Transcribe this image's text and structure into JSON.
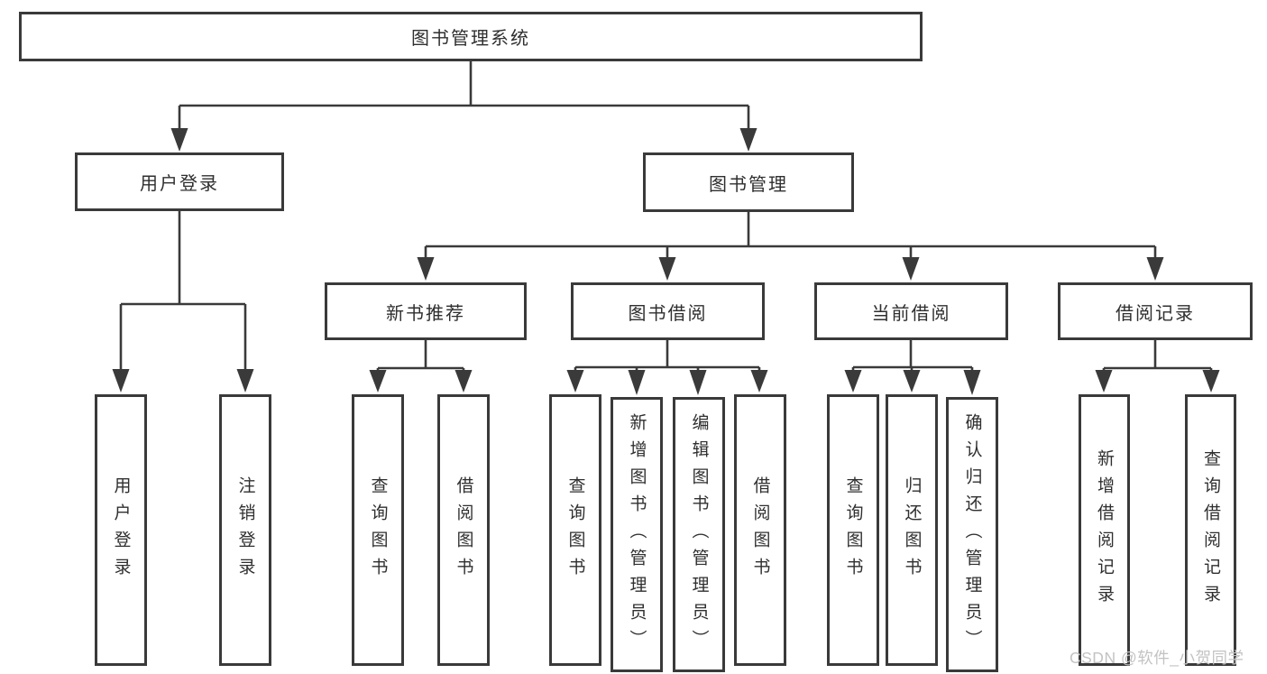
{
  "diagram": {
    "root": "图书管理系统",
    "user_login": {
      "label": "用户登录",
      "children": [
        "用户登录",
        "注销登录"
      ]
    },
    "book_mgmt": {
      "label": "图书管理",
      "sections": {
        "new_book_rec": {
          "label": "新书推荐",
          "children": [
            "查询图书",
            "借阅图书"
          ]
        },
        "book_borrow": {
          "label": "图书借阅",
          "children": [
            "查询图书",
            "新增图书（管理员）",
            "编辑图书（管理员）",
            "借阅图书"
          ]
        },
        "current_borrow": {
          "label": "当前借阅",
          "children": [
            "查询图书",
            "归还图书",
            "确认归还（管理员）"
          ]
        },
        "borrow_records": {
          "label": "借阅记录",
          "children": [
            "新增借阅记录",
            "查询借阅记录"
          ]
        }
      }
    }
  },
  "watermark": "CSDN @软件_小贺同学",
  "colors": {
    "line": "#3a3a3a",
    "text": "#2f2f2f",
    "watermark": "#c3c3c3",
    "bg": "#ffffff"
  }
}
